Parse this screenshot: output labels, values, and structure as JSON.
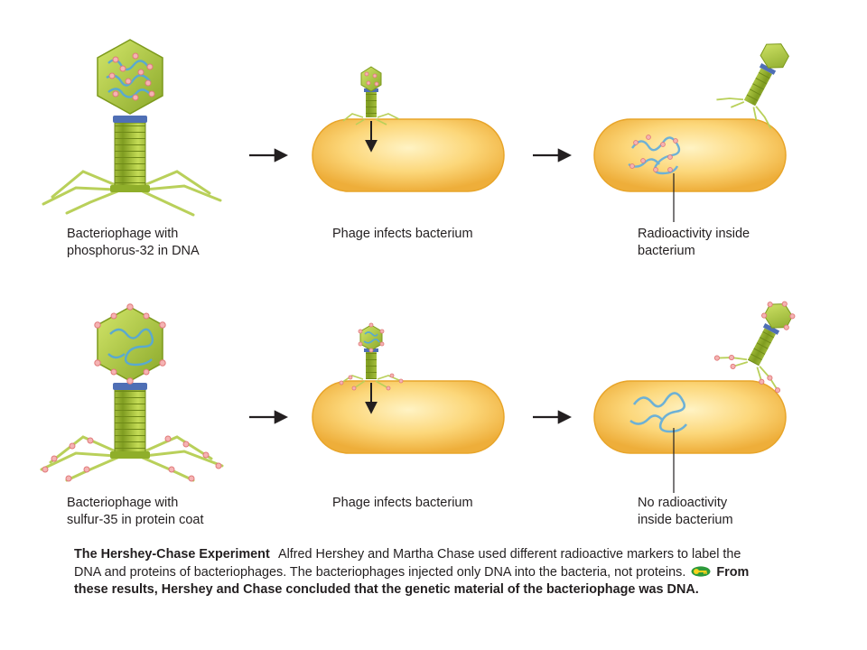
{
  "labels": {
    "row1": {
      "phage": [
        "Bacteriophage with",
        "phosphorus-32 in DNA"
      ],
      "infects": "Phage infects bacterium",
      "result": [
        "Radioactivity inside",
        "bacterium"
      ]
    },
    "row2": {
      "phage": [
        "Bacteriophage with",
        "sulfur-35 in protein coat"
      ],
      "infects": "Phage infects bacterium",
      "result": [
        "No radioactivity",
        "inside bacterium"
      ]
    }
  },
  "caption": {
    "title": "The Hershey-Chase Experiment",
    "body": "Alfred Hershey and Martha Chase used different radioactive markers to label the DNA and proteins of bacteriophages. The bacteriophages injected only DNA into the bacteria, not proteins.",
    "conclusion": "From these results, Hershey and Chase concluded that the genetic material of the bacteriophage was DNA.",
    "key_icon": "key-icon"
  },
  "colors": {
    "phage_green": "#a6c43a",
    "phage_dark": "#7d9a1c",
    "collar_blue": "#4f6fb5",
    "dna_blue": "#5aa9cf",
    "marker_pink": "#f08f8f",
    "bacterium_fill": "#f9c95a",
    "bacterium_edge": "#e8a52a"
  }
}
